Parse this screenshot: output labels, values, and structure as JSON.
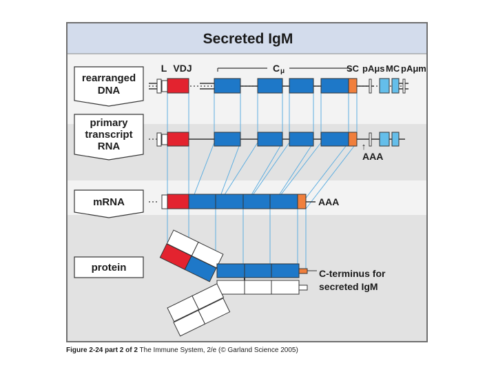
{
  "title": "Secreted IgM",
  "rows": {
    "dna": [
      "rearranged",
      "DNA"
    ],
    "primary": [
      "primary",
      "transcript",
      "RNA"
    ],
    "mrna": [
      "mRNA"
    ],
    "protein": [
      "protein"
    ]
  },
  "labels": {
    "L": "L",
    "VDJ": "VDJ",
    "C_mu": "C",
    "mu": "μ",
    "SC": "SC",
    "pA_mu_s": "pAμs",
    "MC": "MC",
    "pA_mu_m": "pAμm",
    "AAA": "AAA",
    "arrow": "↑",
    "cterm_line1": "C-terminus for",
    "cterm_line2": "secreted IgM"
  },
  "caption": {
    "figure_ref": "Figure 2-24 part 2 of 2",
    "source": "The Immune System, 2/e (© Garland Science 2005)"
  },
  "colors": {
    "header_bg": "#d3dcec",
    "panel_bg": "#f3f3f3",
    "band_bg": "#e2e2e2",
    "vdj_red": "#e3232f",
    "constant_blue": "#1e78c8",
    "light_blue": "#64beea",
    "sc_orange": "#f07f3c",
    "connector": "#5eaee0"
  }
}
